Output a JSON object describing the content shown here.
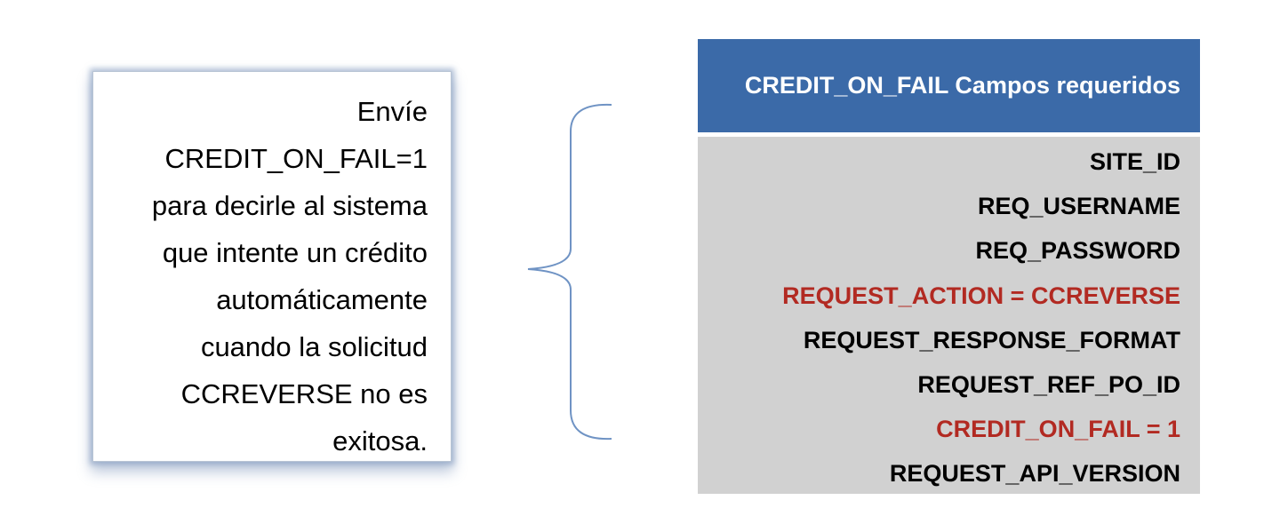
{
  "note": {
    "text": "Envíe\nCREDIT_ON_FAIL=1\npara decirle al sistema\nque intente un crédito\nautomáticamente\ncuando la solicitud\nCCREVERSE no es\nexitosa."
  },
  "table": {
    "title": "CREDIT_ON_FAIL Campos requeridos",
    "header_color": "#3b6aa8",
    "body_color": "#d1d1d1",
    "highlight_color": "#b22a22",
    "fields": [
      {
        "label": "SITE_ID",
        "highlight": false
      },
      {
        "label": "REQ_USERNAME",
        "highlight": false
      },
      {
        "label": "REQ_PASSWORD",
        "highlight": false
      },
      {
        "label": "REQUEST_ACTION = CCREVERSE",
        "highlight": true
      },
      {
        "label": "REQUEST_RESPONSE_FORMAT",
        "highlight": false
      },
      {
        "label": "REQUEST_REF_PO_ID",
        "highlight": false
      },
      {
        "label": "CREDIT_ON_FAIL = 1",
        "highlight": true
      },
      {
        "label": "REQUEST_API_VERSION",
        "highlight": false
      }
    ]
  },
  "connector": {
    "icon": "curly-brace-icon",
    "color": "#6f93c4"
  }
}
